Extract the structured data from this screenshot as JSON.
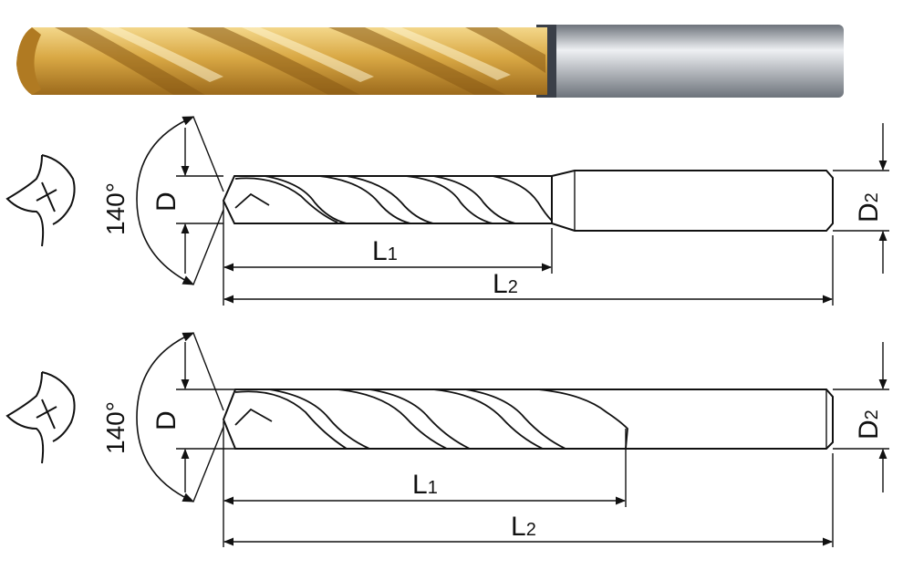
{
  "photo": {
    "colors": {
      "gold_light": "#f3d78a",
      "gold_mid": "#d9a844",
      "gold_dark": "#9c6a1c",
      "shank_light": "#eef0f3",
      "shank_dark": "#6d737b",
      "band": "#3a3f48"
    }
  },
  "drawings": [
    {
      "angle": "140°",
      "labels": {
        "diameter": "D",
        "shank_main": "D",
        "shank_sub": "2",
        "l1_main": "L",
        "l1_sub": "1",
        "l2_main": "L",
        "l2_sub": "2"
      }
    },
    {
      "angle": "140°",
      "labels": {
        "diameter": "D",
        "shank_main": "D",
        "shank_sub": "2",
        "l1_main": "L",
        "l1_sub": "1",
        "l2_main": "L",
        "l2_sub": "2"
      }
    }
  ]
}
